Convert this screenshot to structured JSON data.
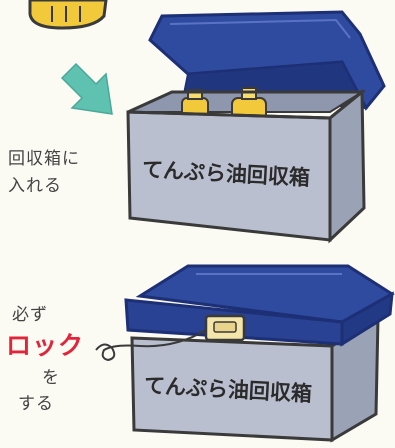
{
  "caption_upper": {
    "line1": "回収箱に",
    "line2": "入れる"
  },
  "caption_lower": {
    "line1": "必ず",
    "lock_word": "ロック",
    "line2": "を",
    "line3": "する"
  },
  "box_label_top": "てんぷら油回収箱",
  "box_label_bottom": "てんぷら油回収箱",
  "colors": {
    "lid_blue": "#2f4ba0",
    "lid_dark": "#1d2f75",
    "box_gray": "#b9bfcf",
    "box_gray_dark": "#9aa2b6",
    "arrow_teal": "#5fc1b0",
    "oil_yellow": "#f2c93a",
    "lock_red": "#e2243a",
    "latch_cream": "#f4e6a8"
  },
  "icons": [
    "oil-bottle-icon",
    "down-right-arrow-icon",
    "collection-box-open",
    "collection-box-closed",
    "latch-lock"
  ]
}
